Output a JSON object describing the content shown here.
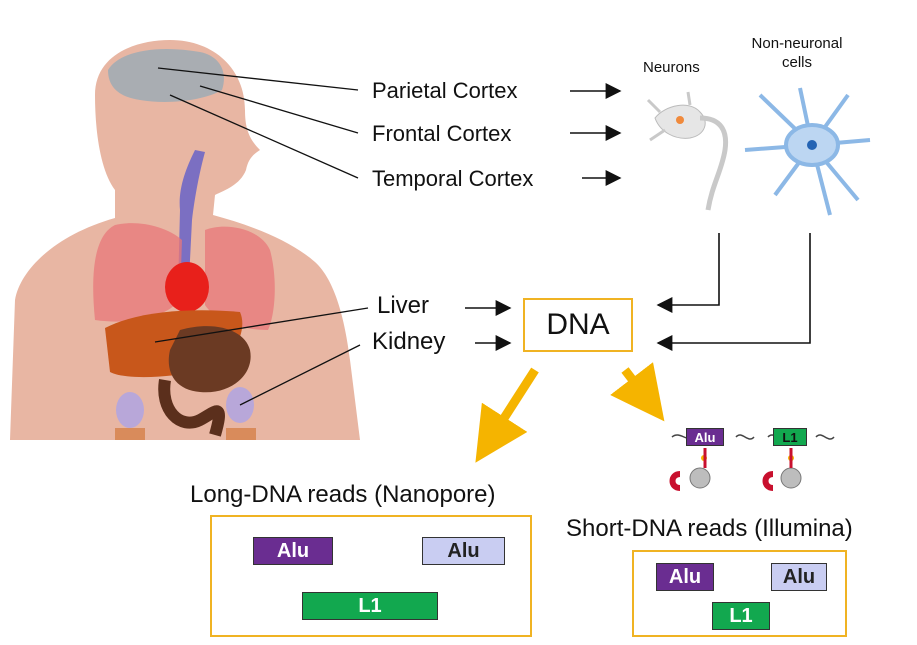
{
  "tissues": {
    "parietal": "Parietal Cortex",
    "frontal": "Frontal Cortex",
    "temporal": "Temporal Cortex",
    "liver": "Liver",
    "kidney": "Kidney"
  },
  "cells": {
    "neurons": "Neurons",
    "non_neuronal": "Non-neuronal cells"
  },
  "dna": "DNA",
  "long_reads": {
    "title": "Long-DNA reads (Nanopore)",
    "alu": "Alu",
    "l1": "L1"
  },
  "short_reads": {
    "title": "Short-DNA reads (Illumina)",
    "alu": "Alu",
    "l1": "L1"
  },
  "probes": {
    "alu": "Alu",
    "l1": "L1"
  },
  "colors": {
    "accent_arrow": "#f5b400",
    "box_border": "#f0b323",
    "alu_dark": "#6a2d91",
    "alu_light": "#c9cdf2",
    "l1": "#12a84f",
    "magnet": "#c8102e"
  }
}
